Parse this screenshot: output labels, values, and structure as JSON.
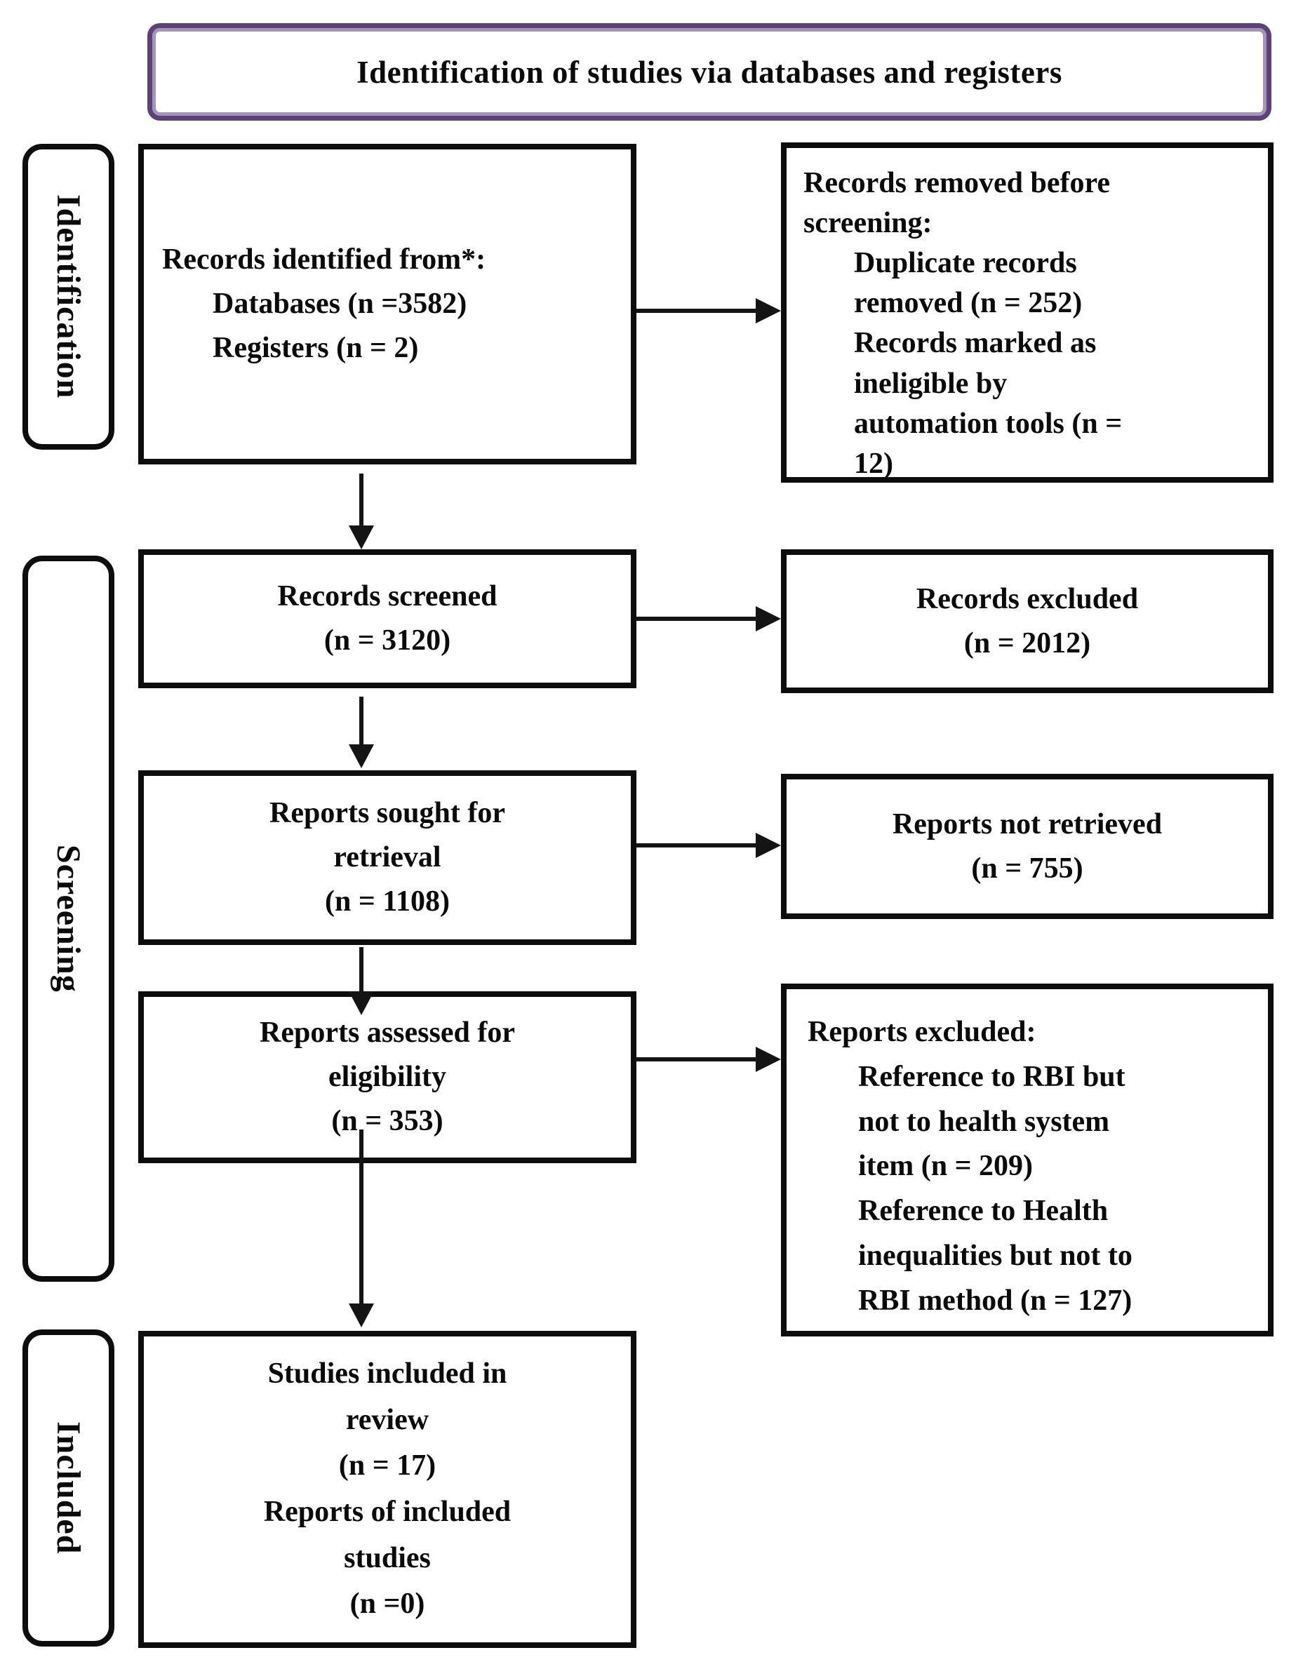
{
  "diagram": {
    "header": "Identification of studies via databases and registers",
    "stages": [
      "Identification",
      "Screening",
      "Included"
    ]
  },
  "boxes": {
    "records_identified": {
      "title_lines": [
        "Records identified from*:"
      ],
      "item_lines": [
        "Databases (n =3582)",
        "Registers (n = 2)"
      ]
    },
    "records_removed": {
      "title_lines": [
        "Records removed before",
        "screening:"
      ],
      "item_lines": [
        "Duplicate records",
        "removed (n = 252)",
        "Records marked as",
        "ineligible by",
        "automation tools (n =",
        "12)"
      ]
    },
    "records_screened": {
      "lines": [
        "Records screened",
        "(n = 3120)"
      ]
    },
    "records_excluded": {
      "lines": [
        "Records excluded",
        "(n = 2012)"
      ]
    },
    "reports_sought": {
      "lines": [
        "Reports sought for",
        "retrieval",
        "(n = 1108)"
      ]
    },
    "reports_not_retrieved": {
      "lines": [
        "Reports not retrieved",
        "(n = 755)"
      ]
    },
    "reports_assessed": {
      "lines": [
        "Reports assessed for",
        "eligibility",
        "(n = 353)"
      ]
    },
    "reports_excluded": {
      "title_lines": [
        "Reports excluded:"
      ],
      "item_lines": [
        "Reference to RBI but",
        "not to health system",
        "item (n = 209)",
        "Reference to Health",
        "inequalities but not to",
        "RBI method (n = 127)"
      ]
    },
    "studies_included": {
      "lines": [
        "Studies included in",
        "review",
        "(n = 17)",
        "Reports of included",
        "studies",
        "(n =0)"
      ]
    }
  },
  "colors": {
    "header_border": "#5b4377",
    "header_border_inner": "#a694b8",
    "box_border": "#0d0d0d",
    "arrow": "#141414",
    "text": "#0a0a0a",
    "background": "#ffffff"
  }
}
